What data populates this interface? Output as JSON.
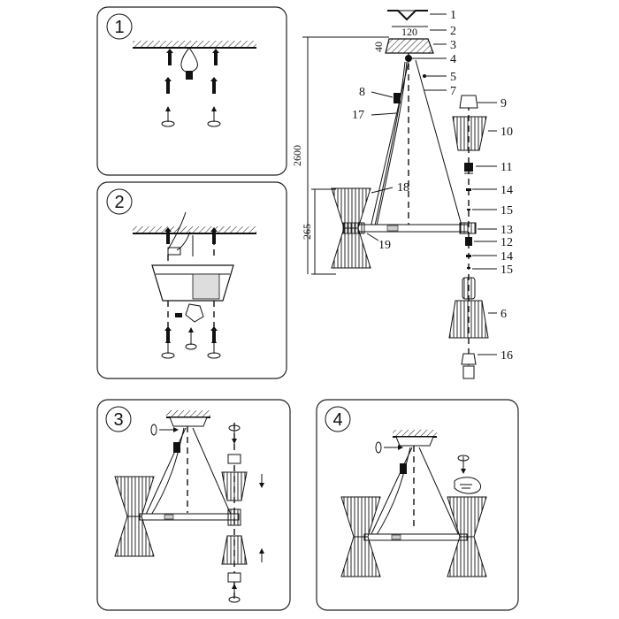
{
  "steps": [
    "1",
    "2",
    "3",
    "4"
  ],
  "dimensions": {
    "width": "120",
    "canopy_height": "40",
    "total_height": "2600",
    "lamp_height": "265"
  },
  "part_labels": [
    "1",
    "2",
    "3",
    "4",
    "5",
    "7",
    "8",
    "9",
    "10",
    "11",
    "14",
    "15",
    "13",
    "12",
    "14",
    "15",
    "6",
    "16",
    "17",
    "18",
    "19"
  ],
  "colors": {
    "line": "#111111",
    "panel_border": "#222222",
    "background": "#ffffff"
  }
}
